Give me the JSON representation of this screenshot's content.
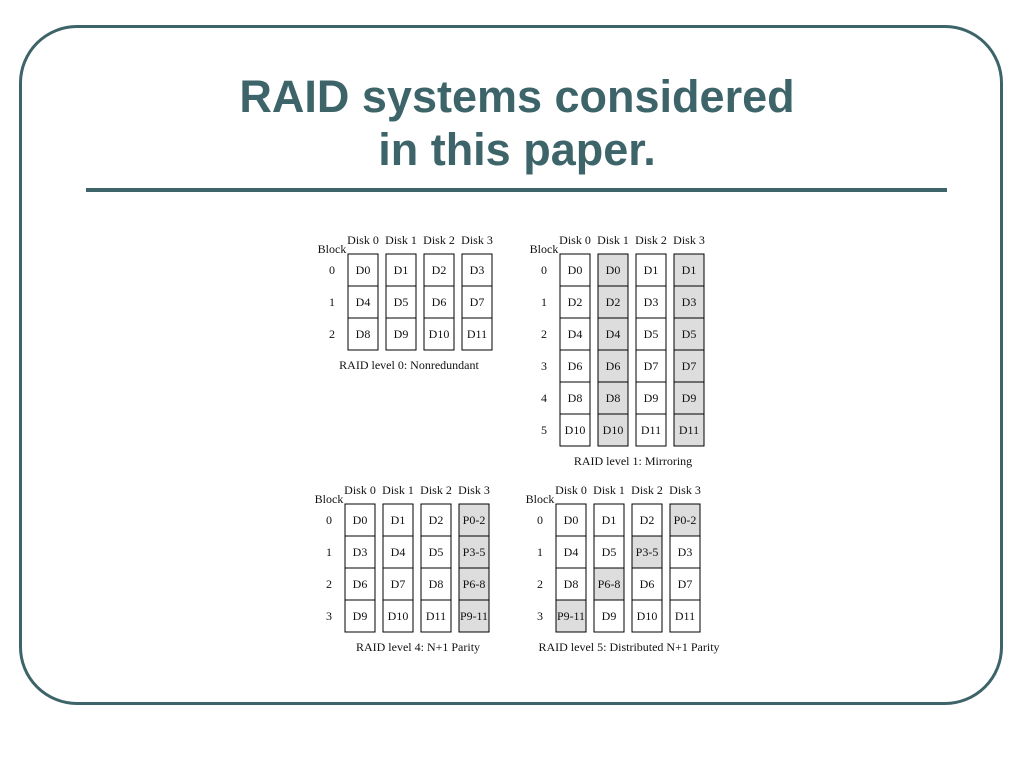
{
  "slide": {
    "title_lines": [
      "RAID systems considered",
      "in this paper."
    ]
  },
  "figure": {
    "block_header": "Block",
    "disk_headers": [
      "Disk 0",
      "Disk 1",
      "Disk 2",
      "Disk 3"
    ],
    "panels": [
      {
        "id": "raid0",
        "caption": "RAID level 0: Nonredundant",
        "blocks": [
          "0",
          "1",
          "2"
        ],
        "cells": [
          [
            "D0",
            "D1",
            "D2",
            "D3"
          ],
          [
            "D4",
            "D5",
            "D6",
            "D7"
          ],
          [
            "D8",
            "D9",
            "D10",
            "D11"
          ]
        ],
        "shaded": [
          [
            false,
            false,
            false,
            false
          ],
          [
            false,
            false,
            false,
            false
          ],
          [
            false,
            false,
            false,
            false
          ]
        ]
      },
      {
        "id": "raid1",
        "caption": "RAID level 1: Mirroring",
        "blocks": [
          "0",
          "1",
          "2",
          "3",
          "4",
          "5"
        ],
        "cells": [
          [
            "D0",
            "D0",
            "D1",
            "D1"
          ],
          [
            "D2",
            "D2",
            "D3",
            "D3"
          ],
          [
            "D4",
            "D4",
            "D5",
            "D5"
          ],
          [
            "D6",
            "D6",
            "D7",
            "D7"
          ],
          [
            "D8",
            "D8",
            "D9",
            "D9"
          ],
          [
            "D10",
            "D10",
            "D11",
            "D11"
          ]
        ],
        "shaded": [
          [
            false,
            true,
            false,
            true
          ],
          [
            false,
            true,
            false,
            true
          ],
          [
            false,
            true,
            false,
            true
          ],
          [
            false,
            true,
            false,
            true
          ],
          [
            false,
            true,
            false,
            true
          ],
          [
            false,
            true,
            false,
            true
          ]
        ]
      },
      {
        "id": "raid4",
        "caption": "RAID level 4: N+1 Parity",
        "blocks": [
          "0",
          "1",
          "2",
          "3"
        ],
        "cells": [
          [
            "D0",
            "D1",
            "D2",
            "P0-2"
          ],
          [
            "D3",
            "D4",
            "D5",
            "P3-5"
          ],
          [
            "D6",
            "D7",
            "D8",
            "P6-8"
          ],
          [
            "D9",
            "D10",
            "D11",
            "P9-11"
          ]
        ],
        "shaded": [
          [
            false,
            false,
            false,
            true
          ],
          [
            false,
            false,
            false,
            true
          ],
          [
            false,
            false,
            false,
            true
          ],
          [
            false,
            false,
            false,
            true
          ]
        ]
      },
      {
        "id": "raid5",
        "caption": "RAID level 5: Distributed N+1 Parity",
        "blocks": [
          "0",
          "1",
          "2",
          "3"
        ],
        "cells": [
          [
            "D0",
            "D1",
            "D2",
            "P0-2"
          ],
          [
            "D4",
            "D5",
            "P3-5",
            "D3"
          ],
          [
            "D8",
            "P6-8",
            "D6",
            "D7"
          ],
          [
            "P9-11",
            "D9",
            "D10",
            "D11"
          ]
        ],
        "shaded": [
          [
            false,
            false,
            false,
            true
          ],
          [
            false,
            false,
            true,
            false
          ],
          [
            false,
            true,
            false,
            false
          ],
          [
            true,
            false,
            false,
            false
          ]
        ]
      }
    ]
  }
}
